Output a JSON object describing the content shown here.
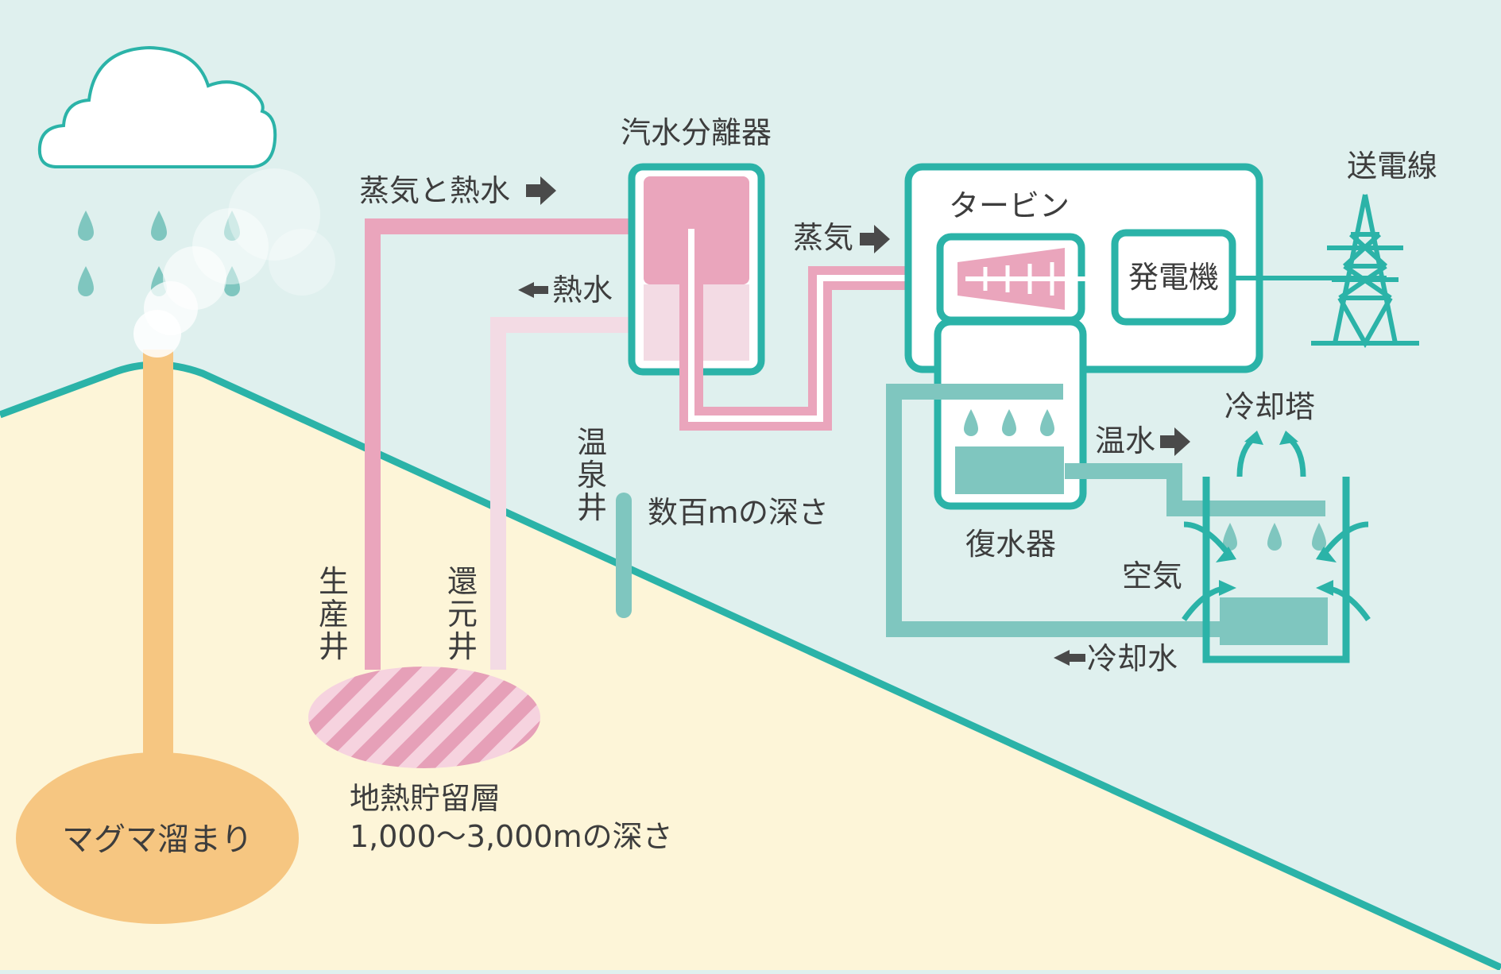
{
  "colors": {
    "sky": "#dff0ee",
    "ground": "#fdf5d8",
    "teal": "#2bb3a8",
    "teal_light": "#7fc6bf",
    "pink": "#eaa5bc",
    "pink_light": "#f3dbe4",
    "magma": "#f6c681",
    "text": "#3d3d3d",
    "arrow": "#4a4a4a"
  },
  "labels": {
    "separator": "汽水分離器",
    "steam_and_hot_water": "蒸気と熱水",
    "hot_water": "熱水",
    "steam": "蒸気",
    "turbine": "タービン",
    "generator": "発電機",
    "power_line": "送電線",
    "warm_water": "温水",
    "cooling_tower": "冷却塔",
    "condenser": "復水器",
    "air": "空気",
    "cooling_water": "冷却水",
    "hot_spring_well": [
      "温",
      "泉",
      "井"
    ],
    "depth_hundreds": "数百ｍの深さ",
    "production_well": [
      "生",
      "産",
      "井"
    ],
    "reinjection_well": [
      "還",
      "元",
      "井"
    ],
    "reservoir": "地熱貯留層",
    "reservoir_depth": "1,000〜3,000mの深さ",
    "magma": "マグマ溜まり"
  },
  "icons": {
    "cloud": "cloud-icon",
    "rain": "raindrop-icon",
    "steam": "steam-plume-icon",
    "tower": "transmission-tower-icon",
    "arrow": "arrow-icon"
  }
}
